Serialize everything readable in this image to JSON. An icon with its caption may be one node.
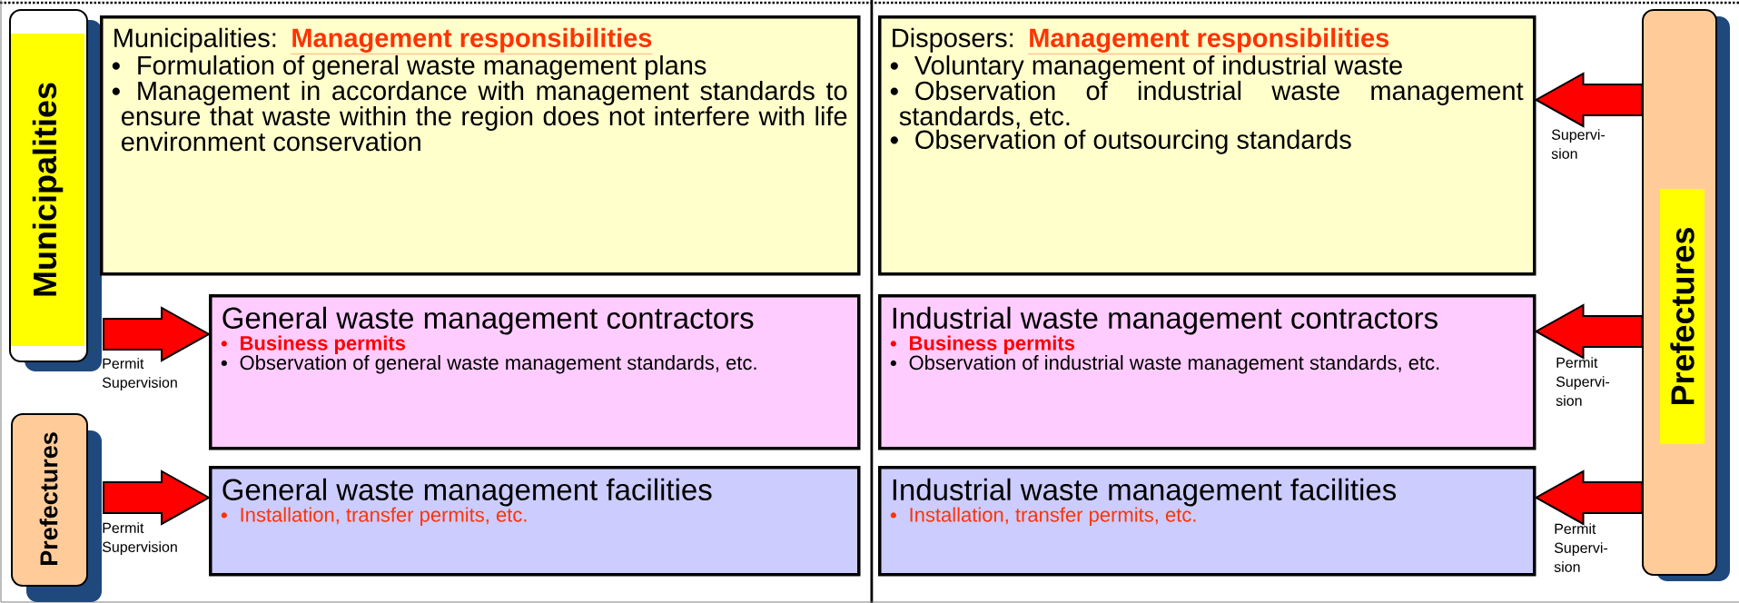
{
  "diagram": {
    "nodes": [
      {
        "text": [
          "Municipalities"
        ]
      },
      {
        "text": [
          "Municipalities:",
          "Management responsibilities",
          "Formulation of general waste management plans",
          "Management in accordance with management standards to ensure that waste within the region does not interfere with life environment conservation"
        ]
      },
      {
        "text": [
          "General waste management contractors",
          "Business permits",
          "Observation of general waste management standards, etc."
        ]
      },
      {
        "text": [
          "General waste management facilities",
          "Installation, transfer permits, etc."
        ]
      },
      {
        "text": [
          "Prefectures"
        ]
      },
      {
        "text": [
          "Disposers:",
          "Management responsibilities",
          "Voluntary management of industrial waste",
          "Observation of industrial waste management standards, etc.",
          "Observation of outsourcing standards"
        ]
      },
      {
        "text": [
          "Industrial waste management contractors",
          "Business permits",
          "Observation of industrial waste management standards, etc."
        ]
      },
      {
        "text": [
          "Industrial waste management facilities",
          "Installation, transfer permits, etc."
        ]
      },
      {
        "text": [
          "Prefectures"
        ]
      }
    ],
    "edges": [
      {
        "from": 0,
        "to": 2,
        "arrow": "to",
        "label": "Permit Supervision"
      },
      {
        "from": 4,
        "to": 3,
        "arrow": "to",
        "label": "Permit Supervision"
      },
      {
        "from": 8,
        "to": 5,
        "arrow": "to",
        "label": "Supervi- sion"
      },
      {
        "from": 8,
        "to": 6,
        "arrow": "to",
        "label": "Permit Supervi- sion"
      },
      {
        "from": 8,
        "to": 7,
        "arrow": "to",
        "label": "Permit Supervi- sion"
      }
    ]
  }
}
